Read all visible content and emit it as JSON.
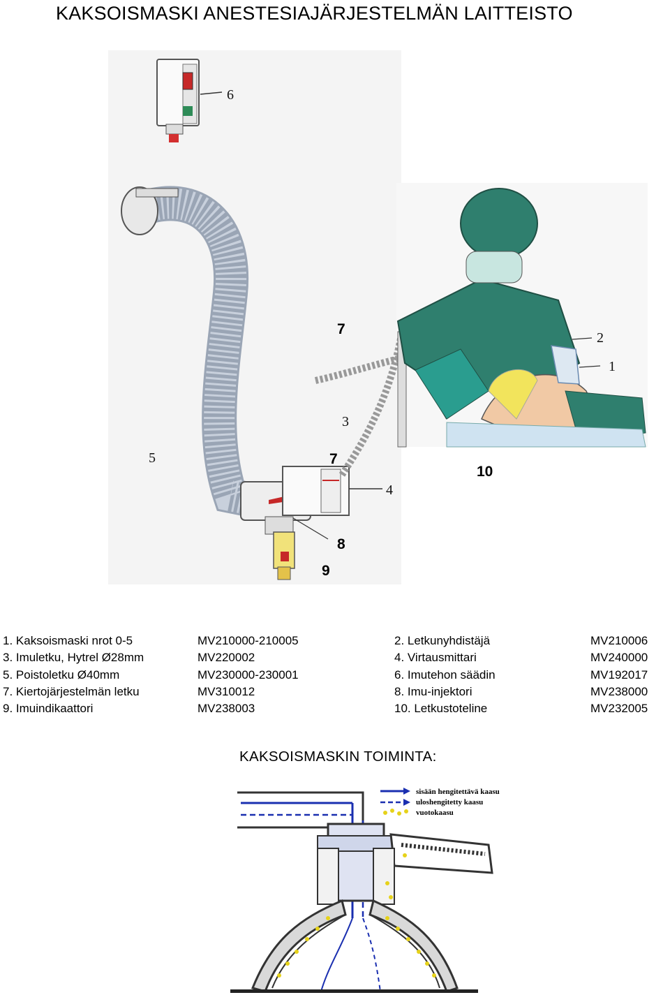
{
  "title": "KAKSOISMASKI ANESTESIAJÄRJESTELMÄN LAITTEISTO",
  "figure_labels": {
    "n1": "1",
    "n2": "2",
    "n3": "3",
    "n4": "4",
    "n5": "5",
    "n6": "6",
    "n7a": "7",
    "n7b": "7",
    "n8": "8",
    "n9": "9",
    "n10": "10"
  },
  "parts_left": [
    {
      "name": "1. Kaksoismaski nrot 0-5",
      "code": "MV210000-210005"
    },
    {
      "name": "3. Imuletku, Hytrel Ø28mm",
      "code": "MV220002"
    },
    {
      "name": "5. Poistoletku Ø40mm",
      "code": "MV230000-230001"
    },
    {
      "name": "7. Kiertojärjestelmän letku",
      "code": "MV310012"
    },
    {
      "name": "9. Imuindikaattori",
      "code": "MV238003"
    }
  ],
  "parts_right": [
    {
      "name": "2. Letkunyhdistäjä",
      "code": "MV210006"
    },
    {
      "name": "4. Virtausmittari",
      "code": "MV240000"
    },
    {
      "name": "6. Imutehon säädin",
      "code": "MV192017"
    },
    {
      "name": "8. Imu-injektori",
      "code": "MV238000"
    },
    {
      "name": "10. Letkustoteline",
      "code": "MV232005"
    }
  ],
  "subtitle": "KAKSOISMASKIN TOIMINTA:",
  "legend": [
    {
      "label": "sisään hengitettävä kaasu",
      "icon": "blue-arrow-icon",
      "color": "#1a2fb0"
    },
    {
      "label": "uloshengitetty kaasu",
      "icon": "dashed-arrow-icon",
      "color": "#1a2fb0"
    },
    {
      "label": "vuotokaasu",
      "icon": "dots-icon",
      "color": "#e6d21a"
    }
  ]
}
